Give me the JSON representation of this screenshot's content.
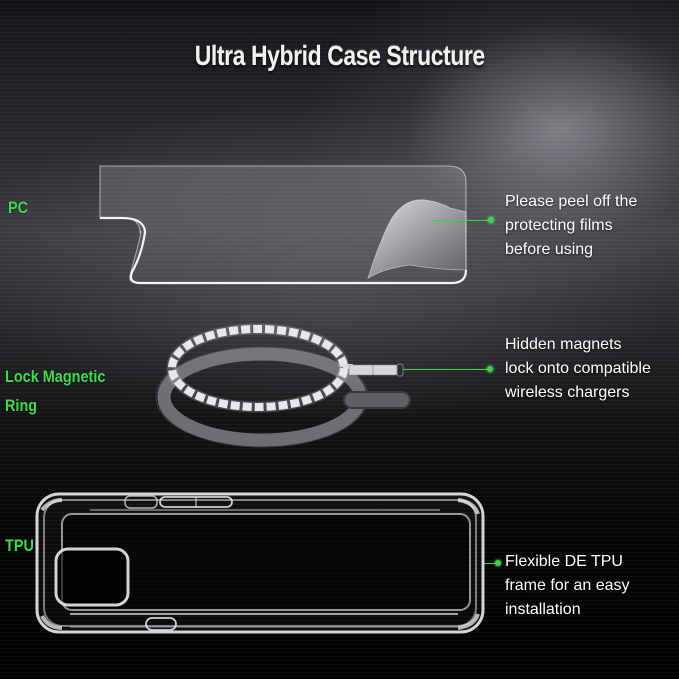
{
  "header": {
    "title": "Ultra Hybrid Case Structure"
  },
  "layers": [
    {
      "id": "pc",
      "label_lines": [
        "PC"
      ],
      "description_lines": [
        "Please peel off the",
        "protecting films",
        "before using"
      ],
      "icon": "pc-back-panel-icon"
    },
    {
      "id": "magnetic-ring",
      "label_lines": [
        "Lock Magnetic",
        "Ring"
      ],
      "description_lines": [
        "Hidden magnets",
        "lock onto compatible",
        "wireless chargers"
      ],
      "icon": "magnetic-ring-icon"
    },
    {
      "id": "tpu",
      "label_lines": [
        "TPU"
      ],
      "description_lines": [
        "Flexible DE TPU",
        "frame for an easy",
        "installation"
      ],
      "icon": "tpu-frame-icon"
    }
  ],
  "colors": {
    "label_green": "#3ddc4e",
    "pointer_green": "#3bd34a",
    "text_white": "#ffffff",
    "background_dark": "#050506"
  }
}
